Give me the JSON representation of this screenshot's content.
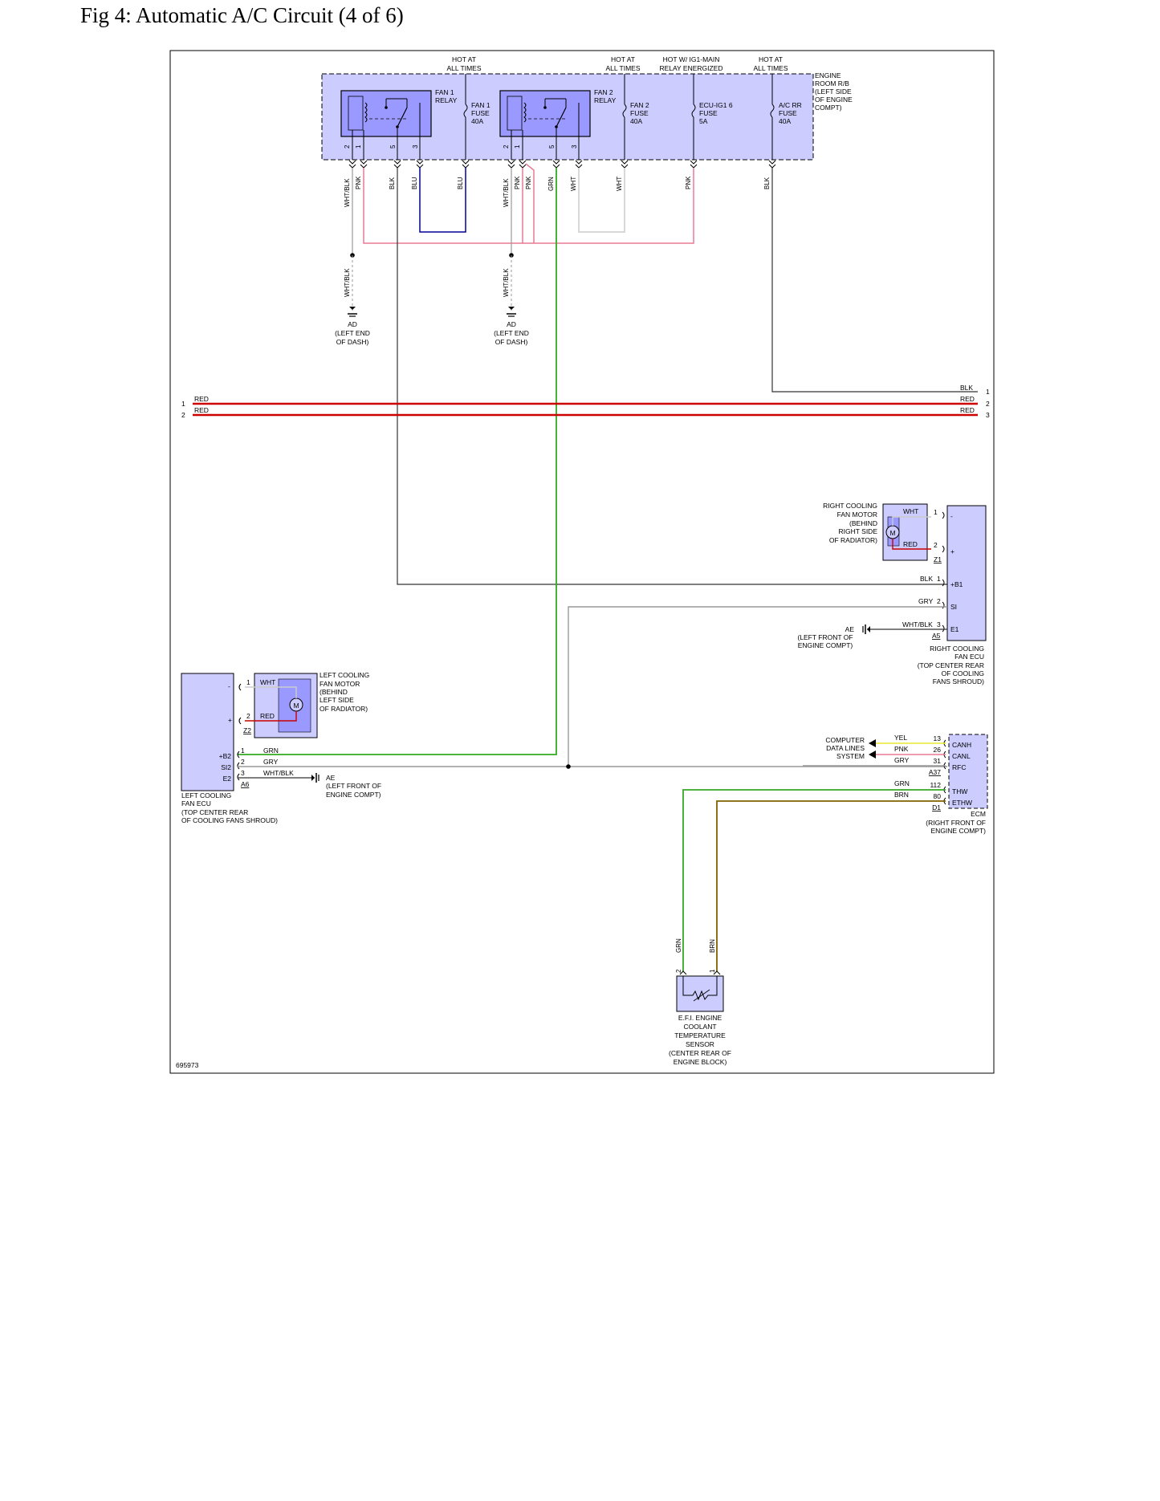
{
  "title": "Fig 4: Automatic A/C Circuit (4 of 6)",
  "diagram_id": "695973",
  "colors": {
    "red": "#cc0000",
    "pink": "#e87a96",
    "green": "#33aa22",
    "blue": "#000099",
    "black": "#222222",
    "gray": "#999999",
    "white": "#cccccc",
    "brown": "#806000",
    "yellow": "#e8e830",
    "box_fill": "#ccccff",
    "relay_fill": "#9999ff"
  },
  "power": {
    "hot1": [
      "HOT AT",
      "ALL TIMES"
    ],
    "hot2": [
      "HOT AT",
      "ALL TIMES"
    ],
    "hot3": [
      "HOT W/ IG1-MAIN",
      "RELAY ENERGIZED"
    ],
    "hot4": [
      "HOT AT",
      "ALL TIMES"
    ]
  },
  "rb": {
    "label": [
      "ENGINE",
      "ROOM R/B",
      "(LEFT SIDE",
      "OF ENGINE",
      "COMPT)"
    ],
    "fan1_relay": [
      "FAN 1",
      "RELAY"
    ],
    "fan2_relay": [
      "FAN 2",
      "RELAY"
    ],
    "fan1_fuse": [
      "FAN 1",
      "FUSE",
      "40A"
    ],
    "fan2_fuse": [
      "FAN 2",
      "FUSE",
      "40A"
    ],
    "ecu_fuse": [
      "ECU-IG1 6",
      "FUSE",
      "5A"
    ],
    "acrr_fuse": [
      "A/C RR",
      "FUSE",
      "40A"
    ],
    "pins1": [
      "2",
      "1",
      "5",
      "3"
    ],
    "pins2": [
      "2",
      "1",
      "5",
      "3"
    ]
  },
  "wires_top": [
    "WHT/BLK",
    "PNK",
    "BLK",
    "BLU",
    "BLU",
    "WHT/BLK",
    "PNK",
    "PNK",
    "GRN",
    "WHT",
    "WHT",
    "PNK",
    "BLK"
  ],
  "grounds": {
    "ad1": [
      "AD",
      "(LEFT END",
      "OF DASH)"
    ],
    "ad2": [
      "AD",
      "(LEFT END",
      "OF DASH)"
    ],
    "wire1": "WHT/BLK",
    "wire2": "WHT/BLK"
  },
  "harness": {
    "left_nums": [
      "1",
      "2"
    ],
    "left_labels": [
      "RED",
      "RED"
    ],
    "right_nums": [
      "1",
      "2",
      "3"
    ],
    "right_labels": [
      "BLK",
      "RED",
      "RED"
    ]
  },
  "right_motor": {
    "label": [
      "RIGHT COOLING",
      "FAN MOTOR",
      "(BEHIND",
      "RIGHT SIDE",
      "OF RADIATOR)"
    ],
    "m": "M",
    "wht": "WHT",
    "red": "RED",
    "pin1": "1",
    "pin2": "2",
    "minus": "-",
    "plus": "+",
    "conn": "Z1"
  },
  "right_ecu": {
    "pins": [
      "+B1",
      "SI",
      "E1"
    ],
    "wires": [
      "BLK",
      "GRY",
      "WHT/BLK"
    ],
    "nums": [
      "1",
      "2",
      "3"
    ],
    "conn": "A5",
    "label": [
      "RIGHT COOLING",
      "FAN ECU",
      "(TOP CENTER REAR",
      "OF COOLING",
      "FANS SHROUD)"
    ],
    "ground": [
      "AE",
      "(LEFT FRONT OF",
      "ENGINE COMPT)"
    ]
  },
  "left_motor": {
    "label": [
      "LEFT COOLING",
      "FAN MOTOR",
      "(BEHIND",
      "LEFT SIDE",
      "OF RADIATOR)"
    ],
    "m": "M",
    "wht": "WHT",
    "red": "RED",
    "pin1": "1",
    "pin2": "2",
    "minus": "-",
    "plus": "+",
    "conn": "Z2"
  },
  "left_ecu": {
    "pins": [
      "+B2",
      "SI2",
      "E2"
    ],
    "nums": [
      "1",
      "2",
      "3"
    ],
    "wires": [
      "GRN",
      "GRY",
      "WHT/BLK"
    ],
    "conn": "A6",
    "label": [
      "LEFT COOLING",
      "FAN ECU",
      "(TOP CENTER REAR",
      "OF COOLING FANS SHROUD)"
    ],
    "ground": [
      "AE",
      "(LEFT FRONT OF",
      "ENGINE COMPT)"
    ]
  },
  "ecm": {
    "pins": [
      "CANH",
      "CANL",
      "RFC",
      "THW",
      "ETHW"
    ],
    "wires": [
      "YEL",
      "PNK",
      "GRY",
      "GRN",
      "BRN"
    ],
    "nums": [
      "13",
      "26",
      "31",
      "112",
      "80"
    ],
    "conn1": "A37",
    "conn2": "D1",
    "label": [
      "ECM",
      "(RIGHT FRONT OF",
      "ENGINE COMPT)"
    ],
    "cdl": [
      "COMPUTER",
      "DATA LINES",
      "SYSTEM"
    ]
  },
  "sensor": {
    "wires": [
      "GRN",
      "BRN"
    ],
    "pins": [
      "2",
      "1"
    ],
    "label": [
      "E.F.I. ENGINE",
      "COOLANT",
      "TEMPERATURE",
      "SENSOR",
      "(CENTER REAR OF",
      "ENGINE BLOCK)"
    ]
  }
}
